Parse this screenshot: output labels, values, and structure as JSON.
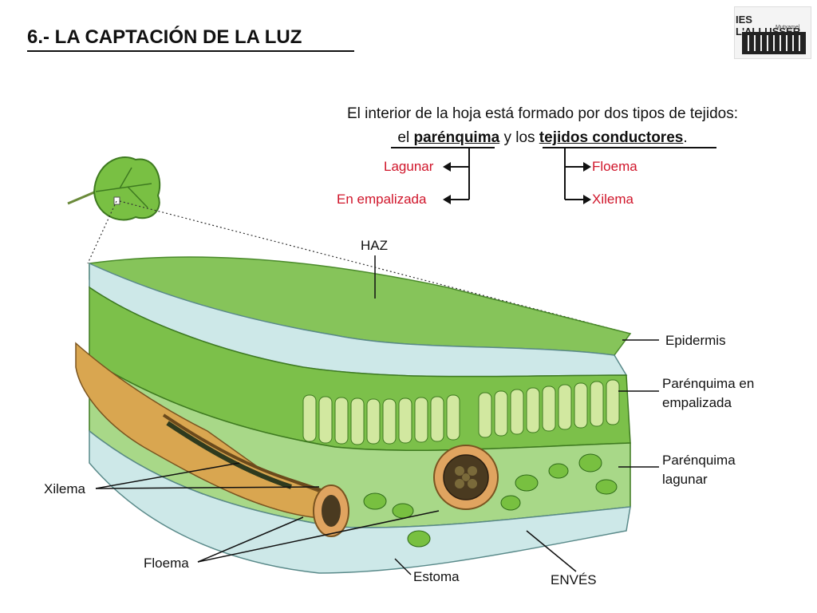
{
  "title": "6.- LA CAPTACIÓN DE LA LUZ",
  "logo": {
    "name": "IES L'ALLUSSER",
    "sub": "Mutxamel"
  },
  "intro": {
    "line1": "El interior de la hoja está formado por dos tipos de tejidos:",
    "line2_pre": "el ",
    "parenchyma": "parénquima",
    "line2_mid": " y los ",
    "conductive": "tejidos conductores",
    "line2_post": "."
  },
  "branches": {
    "parenchyma": [
      "Lagunar",
      "En empalizada"
    ],
    "conductive": [
      "Floema",
      "Xilema"
    ]
  },
  "labels": {
    "haz": "HAZ",
    "epidermis": "Epidermis",
    "palisade_1": "Parénquima en",
    "palisade_2": "empalizada",
    "spongy_1": "Parénquima",
    "spongy_2": "lagunar",
    "xilema": "Xilema",
    "floema": "Floema",
    "estoma": "Estoma",
    "enves": "ENVÉS"
  },
  "colors": {
    "accent_red": "#d0152a",
    "leaf_green": "#6fb13a",
    "cell_light": "#cfe3a0",
    "epidermis": "#cde8e8"
  }
}
